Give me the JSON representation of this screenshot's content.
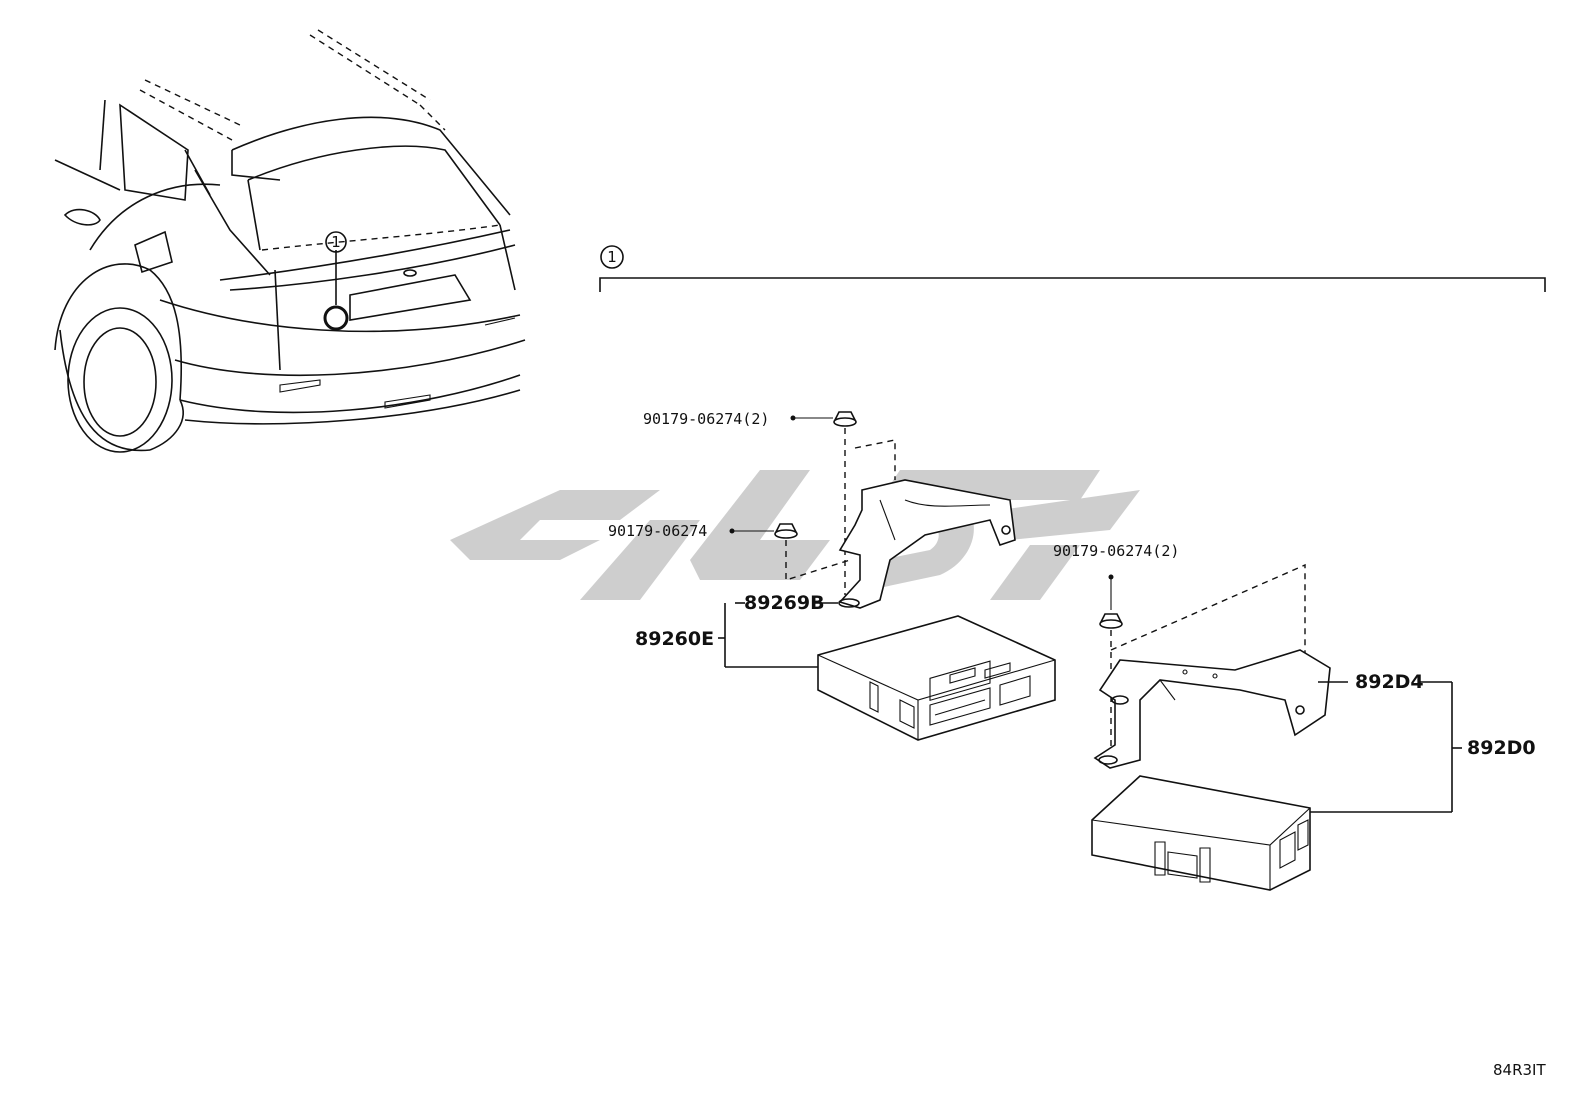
{
  "diagram": {
    "callout_number": "1",
    "diagram_code": "84R3IT",
    "parts": {
      "bolt_upper": "90179-06274(2)",
      "bolt_left": "90179-06274",
      "bolt_right": "90179-06274(2)",
      "bracket_left": "89269B",
      "ecu_left": "89260E",
      "bracket_right": "892D4",
      "ecu_right": "892D0"
    },
    "watermark": "logo-watermark"
  }
}
